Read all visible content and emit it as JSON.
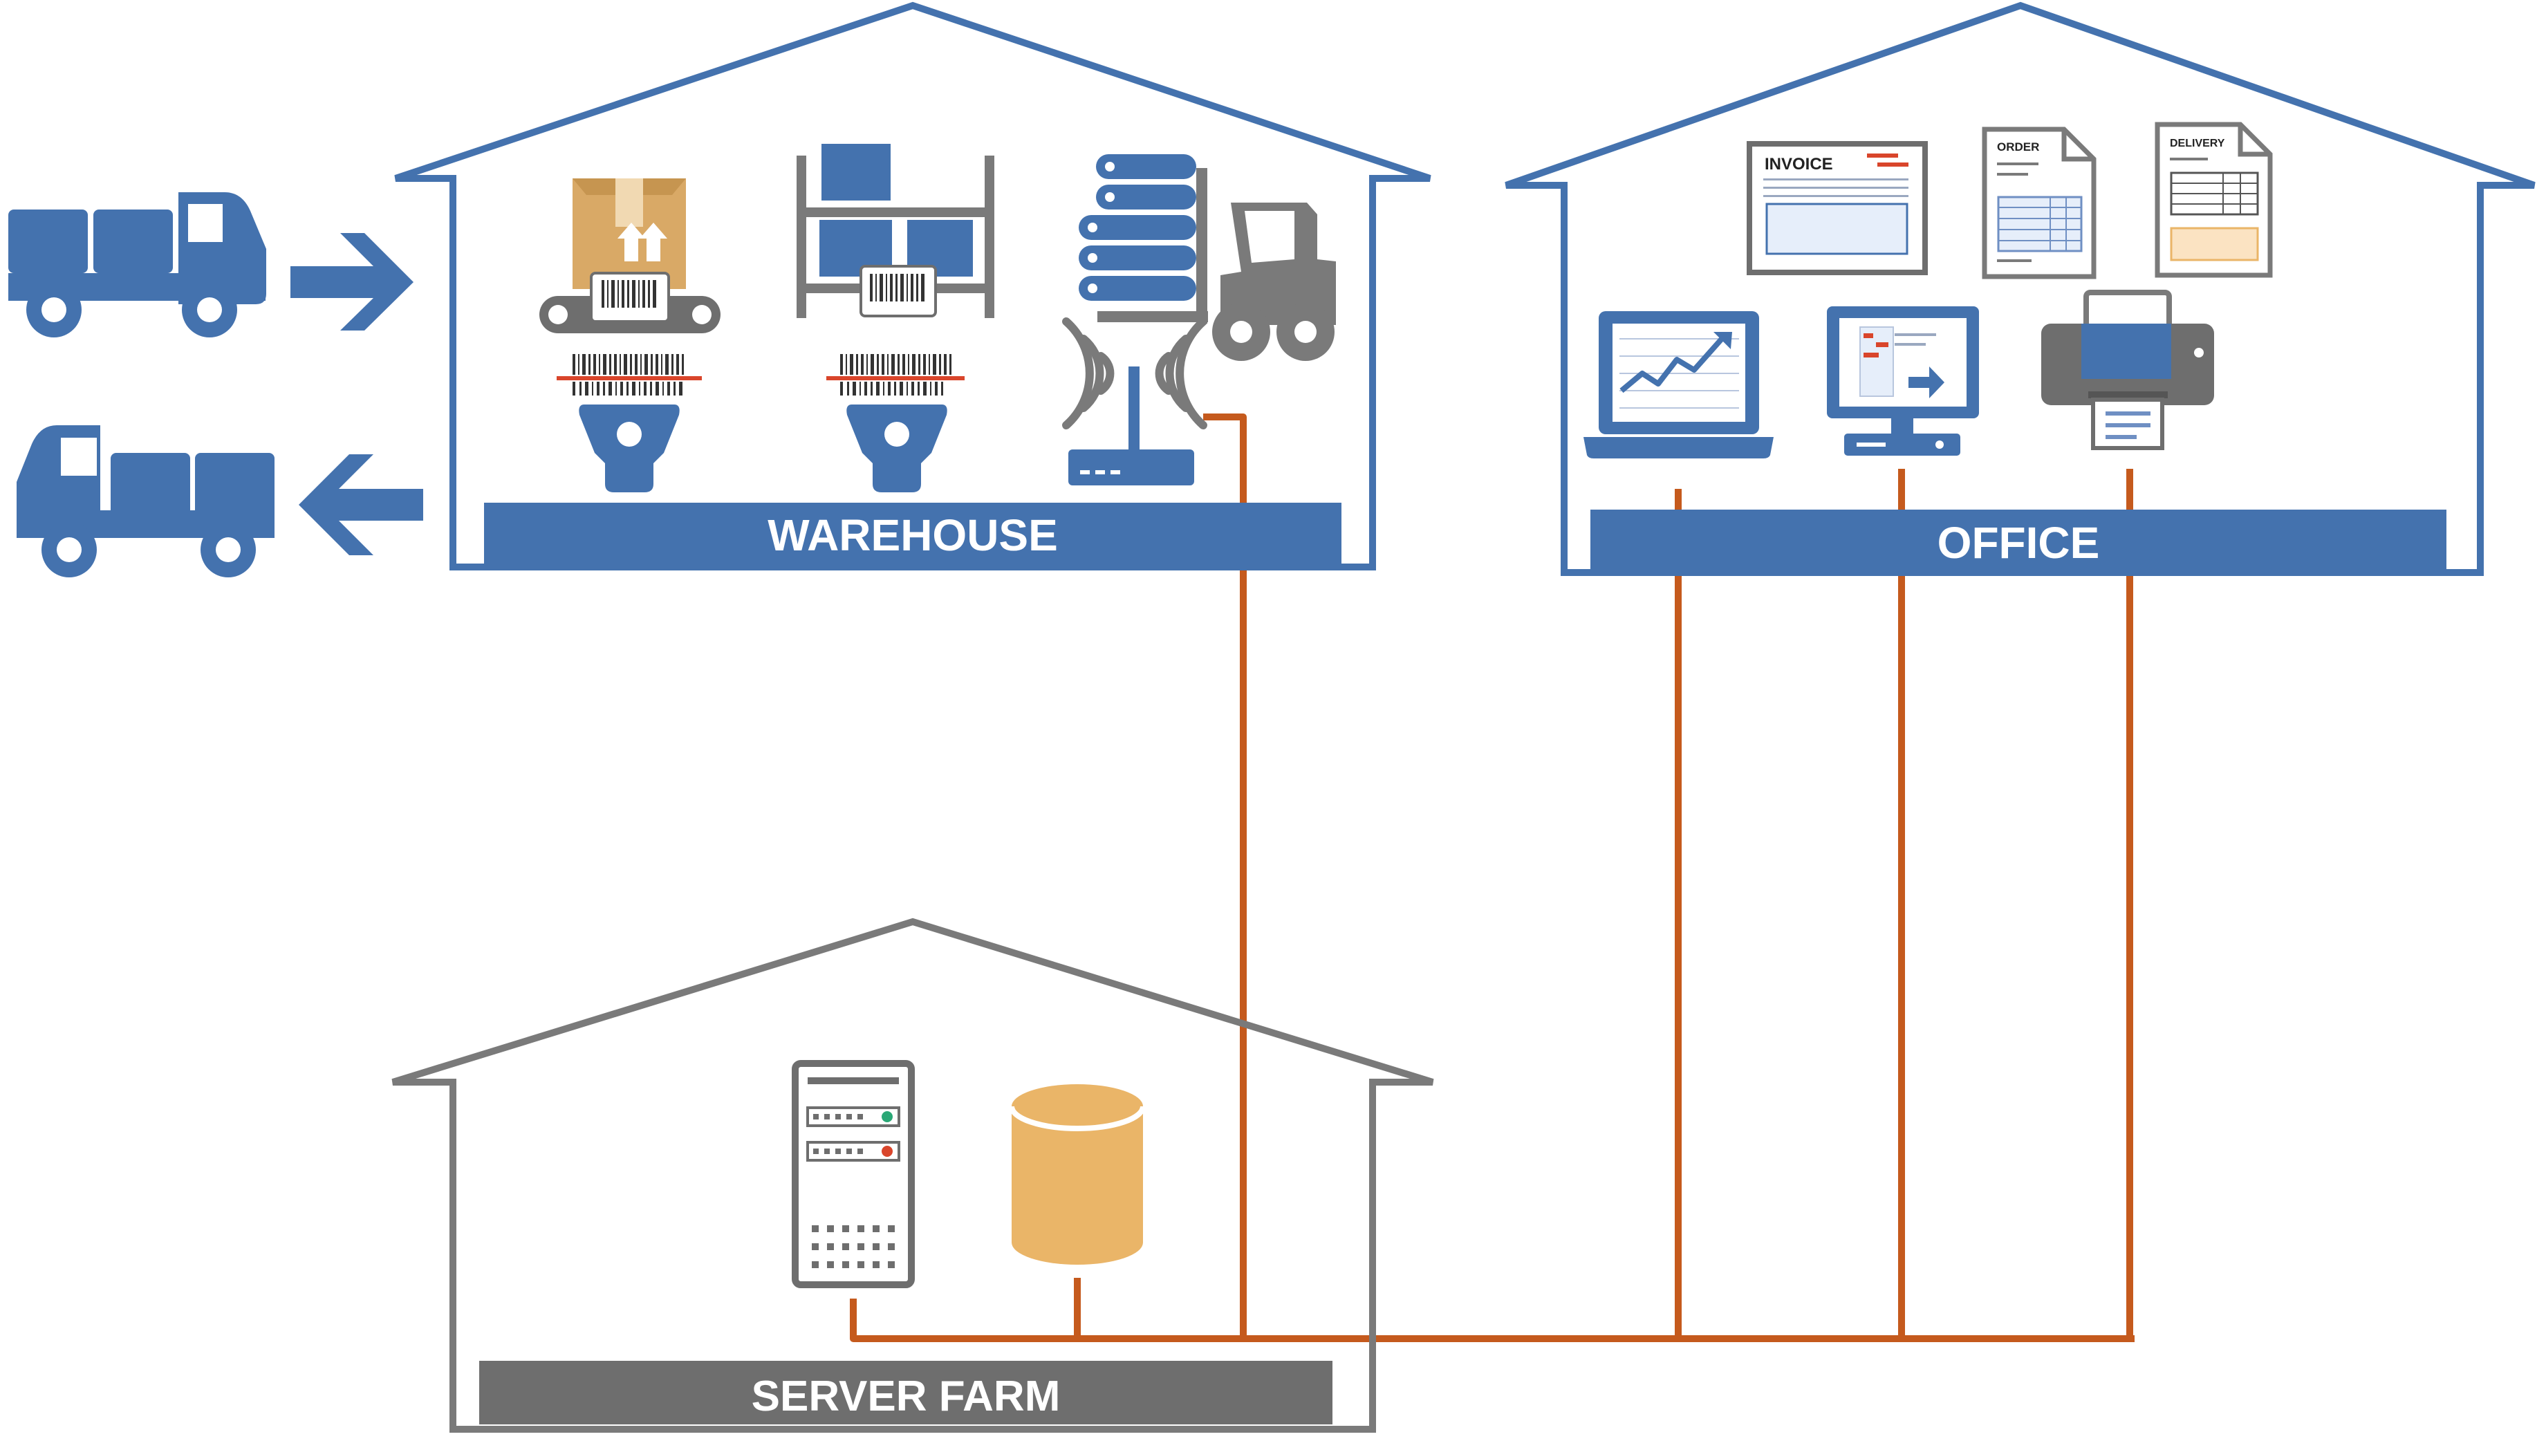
{
  "colors": {
    "blue": "#4472ae",
    "gray": "#7a7a7a",
    "dark_gray": "#6e6e6e",
    "orange_line": "#c55a1d",
    "box_tan": "#d9a966",
    "db_yellow": "#eab568",
    "red_accent": "#d9452b",
    "green_led": "#2aa876"
  },
  "buildings": {
    "warehouse": {
      "label": "WAREHOUSE"
    },
    "office": {
      "label": "OFFICE"
    },
    "server_farm": {
      "label": "SERVER FARM"
    }
  },
  "documents": {
    "invoice": "INVOICE",
    "order": "ORDER",
    "delivery": "DELIVERY"
  },
  "icons": {
    "warehouse": [
      "truck-incoming-icon",
      "arrow-right-icon",
      "truck-outgoing-icon",
      "arrow-left-icon",
      "conveyor-box-icon",
      "handheld-scanner-icon",
      "shelf-rack-icon",
      "server-stack-icon",
      "forklift-icon",
      "wifi-router-icon"
    ],
    "office": [
      "invoice-document-icon",
      "order-document-icon",
      "delivery-document-icon",
      "laptop-chart-icon",
      "desktop-monitor-icon",
      "printer-icon"
    ],
    "server_farm": [
      "server-tower-icon",
      "database-icon"
    ]
  }
}
